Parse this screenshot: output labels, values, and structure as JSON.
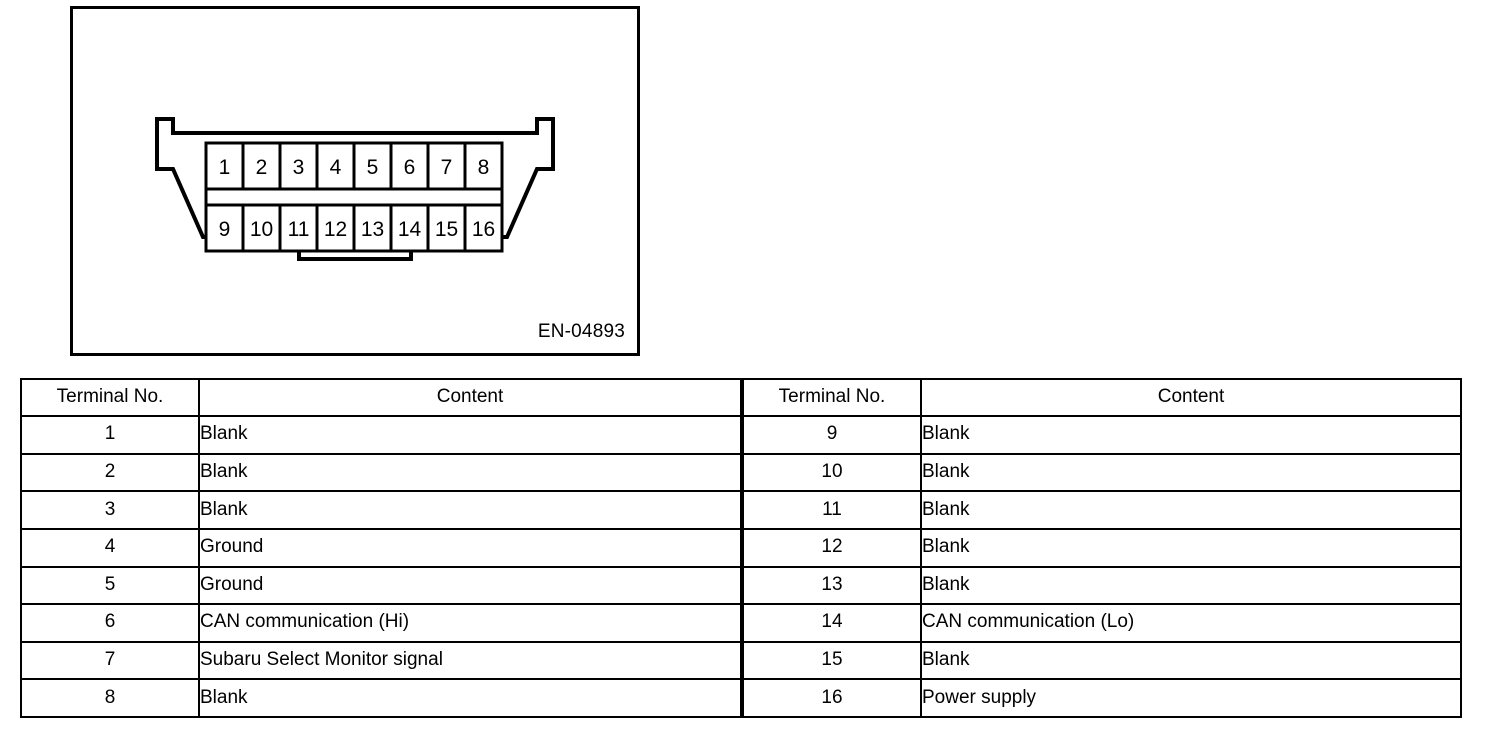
{
  "figure": {
    "id_label": "EN-04893",
    "connector": {
      "name": "data-link-connector",
      "rows": [
        {
          "pins": [
            "1",
            "2",
            "3",
            "4",
            "5",
            "6",
            "7",
            "8"
          ]
        },
        {
          "pins": [
            "9",
            "10",
            "11",
            "12",
            "13",
            "14",
            "15",
            "16"
          ]
        }
      ]
    },
    "colors": {
      "outline": "#000000",
      "background": "#ffffff"
    }
  },
  "tables": {
    "headers": {
      "terminal": "Terminal No.",
      "content": "Content"
    },
    "left": {
      "rows": [
        {
          "terminal": "1",
          "content": "Blank"
        },
        {
          "terminal": "2",
          "content": "Blank"
        },
        {
          "terminal": "3",
          "content": "Blank"
        },
        {
          "terminal": "4",
          "content": "Ground"
        },
        {
          "terminal": "5",
          "content": "Ground"
        },
        {
          "terminal": "6",
          "content": "CAN communication (Hi)"
        },
        {
          "terminal": "7",
          "content": "Subaru Select Monitor signal"
        },
        {
          "terminal": "8",
          "content": "Blank"
        }
      ]
    },
    "right": {
      "rows": [
        {
          "terminal": "9",
          "content": "Blank"
        },
        {
          "terminal": "10",
          "content": "Blank"
        },
        {
          "terminal": "11",
          "content": "Blank"
        },
        {
          "terminal": "12",
          "content": "Blank"
        },
        {
          "terminal": "13",
          "content": "Blank"
        },
        {
          "terminal": "14",
          "content": "CAN communication (Lo)"
        },
        {
          "terminal": "15",
          "content": "Blank"
        },
        {
          "terminal": "16",
          "content": "Power supply"
        }
      ]
    }
  }
}
